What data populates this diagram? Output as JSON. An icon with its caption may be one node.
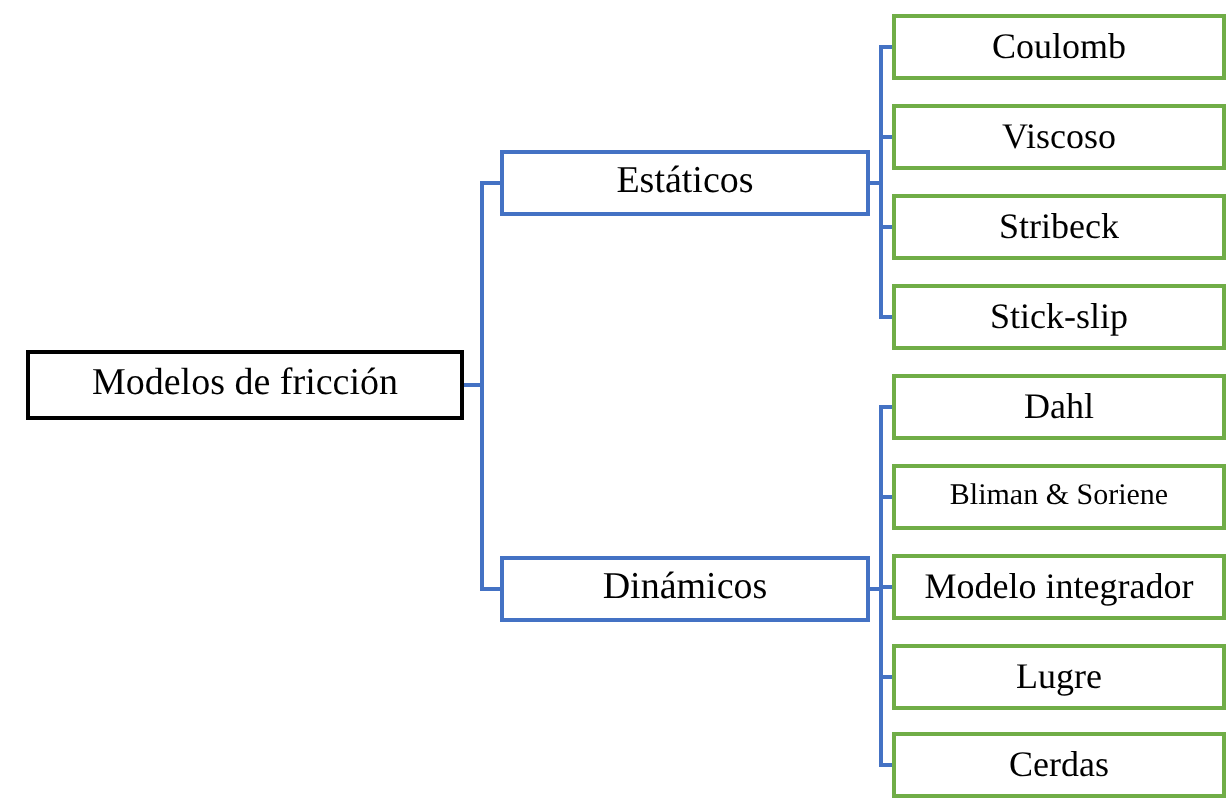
{
  "diagram": {
    "nodes": [
      {
        "text": [
          "Modelos de fricción"
        ]
      },
      {
        "text": [
          "Estáticos"
        ]
      },
      {
        "text": [
          "Dinámicos"
        ]
      },
      {
        "text": [
          "Coulomb"
        ]
      },
      {
        "text": [
          "Viscoso"
        ]
      },
      {
        "text": [
          "Stribeck"
        ]
      },
      {
        "text": [
          "Stick-slip"
        ]
      },
      {
        "text": [
          "Dahl"
        ]
      },
      {
        "text": [
          "Bliman & Soriene"
        ]
      },
      {
        "text": [
          "Modelo integrador"
        ]
      },
      {
        "text": [
          "Lugre"
        ]
      },
      {
        "text": [
          "Cerdas"
        ]
      }
    ],
    "edges": [
      {
        "from": 0,
        "to": 1,
        "arrow": "none"
      },
      {
        "from": 0,
        "to": 2,
        "arrow": "none"
      },
      {
        "from": 1,
        "to": 3,
        "arrow": "none"
      },
      {
        "from": 1,
        "to": 4,
        "arrow": "none"
      },
      {
        "from": 1,
        "to": 5,
        "arrow": "none"
      },
      {
        "from": 1,
        "to": 6,
        "arrow": "none"
      },
      {
        "from": 2,
        "to": 7,
        "arrow": "none"
      },
      {
        "from": 2,
        "to": 8,
        "arrow": "none"
      },
      {
        "from": 2,
        "to": 9,
        "arrow": "none"
      },
      {
        "from": 2,
        "to": 10,
        "arrow": "none"
      },
      {
        "from": 2,
        "to": 11,
        "arrow": "none"
      }
    ]
  }
}
